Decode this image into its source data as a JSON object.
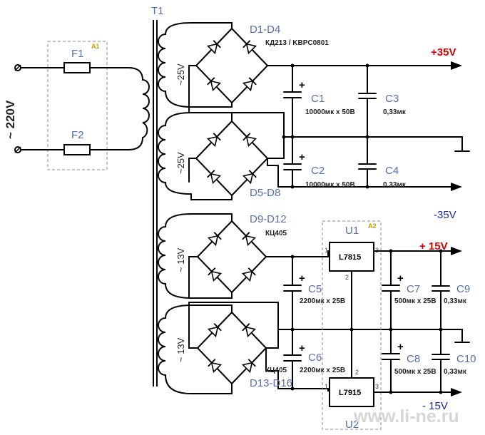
{
  "mains": {
    "voltage": "~ 220V",
    "fuse1": "F1",
    "fuse2": "F2",
    "fuse_block_tag": "A1"
  },
  "transformer": {
    "name": "T1",
    "winding1_voltage": "~25V",
    "winding2_voltage": "~25V",
    "winding3_voltage": "~ 13V",
    "winding4_voltage": "~ 13V"
  },
  "bridge1": {
    "name": "D1-D4",
    "part": "КД213 / KBPC0801"
  },
  "bridge2": {
    "name": "D5-D8"
  },
  "bridge3": {
    "name": "D9-D12",
    "part": "КЦ405"
  },
  "bridge4": {
    "name": "D13-D16",
    "part": "КЦ405"
  },
  "caps": {
    "c1": {
      "name": "C1",
      "value": "10000мк х 50В"
    },
    "c2": {
      "name": "C2",
      "value": "10000мк х 50В"
    },
    "c3": {
      "name": "C3",
      "value": "0,33мк"
    },
    "c4": {
      "name": "C4",
      "value": "0,33мк"
    },
    "c5": {
      "name": "C5",
      "value": "2200мк х 25В"
    },
    "c6": {
      "name": "C6",
      "value": "2200мк х 25В"
    },
    "c7": {
      "name": "C7",
      "value": "500мк х 25В"
    },
    "c8": {
      "name": "C8",
      "value": "500мк х 25В"
    },
    "c9": {
      "name": "C9",
      "value": "0,33мк"
    },
    "c10": {
      "name": "C10",
      "value": "0,33мк"
    }
  },
  "regulators": {
    "u1": {
      "name": "U1",
      "part": "L7815"
    },
    "u2": {
      "name": "U2",
      "part": "L7915"
    },
    "block_tag": "A2",
    "pin1": "1",
    "pin2": "2",
    "pin3": "3"
  },
  "outputs": {
    "pos35": "+35V",
    "neg35": "-35V",
    "pos15": "+ 15V",
    "neg15": "- 15V"
  },
  "colors": {
    "positive": "#d40000",
    "negative": "#1a2a9a",
    "labels": "#5a6fa8"
  },
  "watermark": "www.li-ne.ru"
}
